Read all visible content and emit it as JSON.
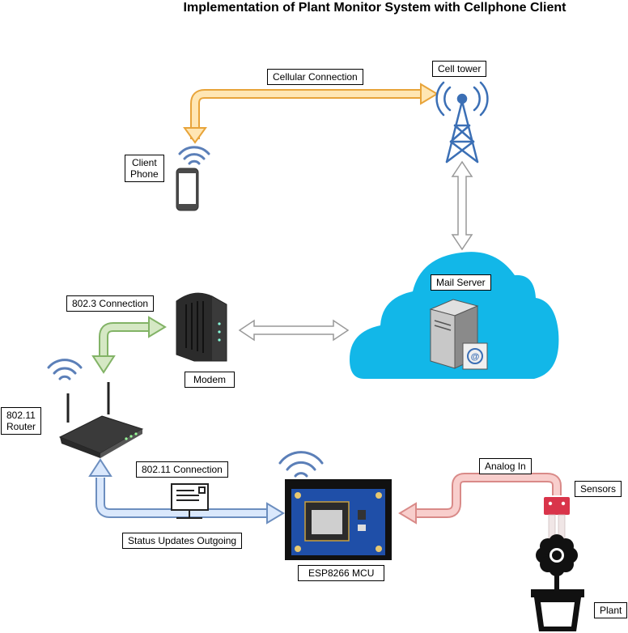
{
  "title": "Implementation of Plant Monitor System with Cellphone Client",
  "labels": {
    "cellular_connection": "Cellular Connection",
    "cell_tower": "Cell tower",
    "client_phone_line1": "Client",
    "client_phone_line2": "Phone",
    "mail_server": "Mail Server",
    "conn_8023": "802.3 Connection",
    "modem": "Modem",
    "router_line1": "802.11",
    "router_line2": "Router",
    "conn_80211": "802.11 Connection",
    "status_updates": "Status Updates Outgoing",
    "esp8266": "ESP8266 MCU",
    "analog_in": "Analog In",
    "sensors": "Sensors",
    "plant": "Plant"
  },
  "colors": {
    "orange_arrow_fill": "#ffe6b3",
    "orange_arrow_stroke": "#e8a43a",
    "green_arrow_fill": "#d5e8c4",
    "green_arrow_stroke": "#82b366",
    "blue_arrow_fill": "#dae8fc",
    "blue_arrow_stroke": "#6c8ebf",
    "red_arrow_fill": "#f8cecc",
    "red_arrow_stroke": "#d98a88",
    "gray_arrow_fill": "#ffffff",
    "gray_arrow_stroke": "#999999",
    "cloud": "#12b7e8",
    "wifi": "#5b7fb8",
    "tower": "#3b6fb5",
    "board": "#1f4fa8"
  },
  "icons": [
    "wifi-icon",
    "phone-icon",
    "cell-tower-icon",
    "cloud-icon",
    "server-icon",
    "modem-icon",
    "router-icon",
    "email-terminal-icon",
    "esp8266-board-icon",
    "sensor-icon",
    "flower-pot-icon"
  ]
}
